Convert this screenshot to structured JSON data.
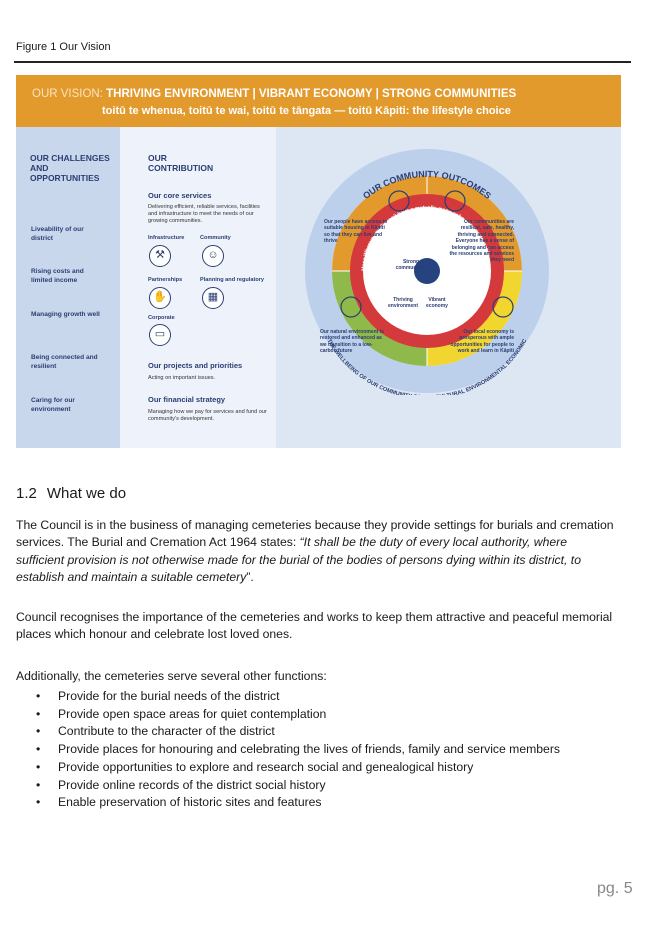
{
  "caption": "Figure 1 Our Vision",
  "figure": {
    "banner_prefix": "OUR VISION:",
    "banner_main": "THRIVING ENVIRONMENT | VIBRANT ECONOMY | STRONG COMMUNITIES",
    "banner_sub": "toitū te whenua, toitū te wai, toitū te tāngata — toitū Kāpiti: the lifestyle choice",
    "challenges_heading": "OUR CHALLENGES AND OPPORTUNITIES",
    "challenges": [
      "Liveability of our district",
      "Rising costs and limited income",
      "Managing growth well",
      "Being connected and resilient",
      "Caring for our environment"
    ],
    "contribution_heading": "OUR CONTRIBUTION",
    "core_services_title": "Our core services",
    "core_services_text": "Delivering efficient, reliable services, facilities and infrastructure to meet the needs of our growing communities.",
    "service_labels": [
      "Infrastructure",
      "Community",
      "Partnerships",
      "Planning and regulatory",
      "Corporate"
    ],
    "projects_title": "Our projects and priorities",
    "projects_text": "Acting on important issues.",
    "financial_title": "Our financial strategy",
    "financial_text": "Managing how we pay for services and fund our community's development.",
    "outcomes_heading": "OUR COMMUNITY OUTCOMES",
    "ring_text": "Mana Whenua and Council have a mutually mana-enhancing partnership.",
    "outcome_people": "Our people have access to suitable housing in Kāpiti so that they can live and thrive",
    "outcome_communities": "Our communities are resilient, safe, healthy, thriving and connected. Everyone has a sense of belonging and can access the resources and services they need",
    "outcome_environment": "Our natural environment is restored and enhanced as we transition to a low-carbon future",
    "outcome_economy": "Our local economy is prosperous with ample opportunities for people to work and learn in Kāpiti",
    "inner_strong": "Strong communities",
    "inner_thriving": "Thriving environment",
    "inner_vibrant": "Vibrant economy",
    "wellbeing_text": "THE WELLBEING OF OUR COMMUNITY SOCIAL CULTURAL ENVIRONMENTAL ECONOMIC",
    "colors": {
      "orange": "#e39a2d",
      "green": "#8fb94a",
      "yellow": "#f2d630",
      "red": "#d4393b",
      "navy": "#26437f"
    }
  },
  "section": {
    "number": "1.2",
    "title": "What we do"
  },
  "paragraph1_plain": "The Council is in the business of managing cemeteries because they provide settings for burials and cremation services.   The Burial and Cremation Act 1964 states: ",
  "paragraph1_quote": "“It shall be the duty of every local authority, where sufficient provision is not otherwise made for the burial of the bodies of persons dying within its district, to establish and maintain a suitable cemetery",
  "paragraph1_end": "”.",
  "paragraph2": "Council recognises the importance of the cemeteries and works to keep them attractive and peaceful memorial places which honour and celebrate lost loved ones.",
  "paragraph3": "Additionally, the cemeteries serve several other functions:",
  "bullets": [
    "Provide for the burial needs of the district",
    "Provide open space areas for quiet contemplation",
    "Contribute to the character of the district",
    "Provide places for honouring and celebrating the lives of friends, family and service members",
    "Provide opportunities to explore and research social and genealogical history",
    "Provide online records of the district social history",
    "Enable preservation of historic sites and features"
  ],
  "bullet_glyph": "•",
  "page_number": "pg. 5"
}
